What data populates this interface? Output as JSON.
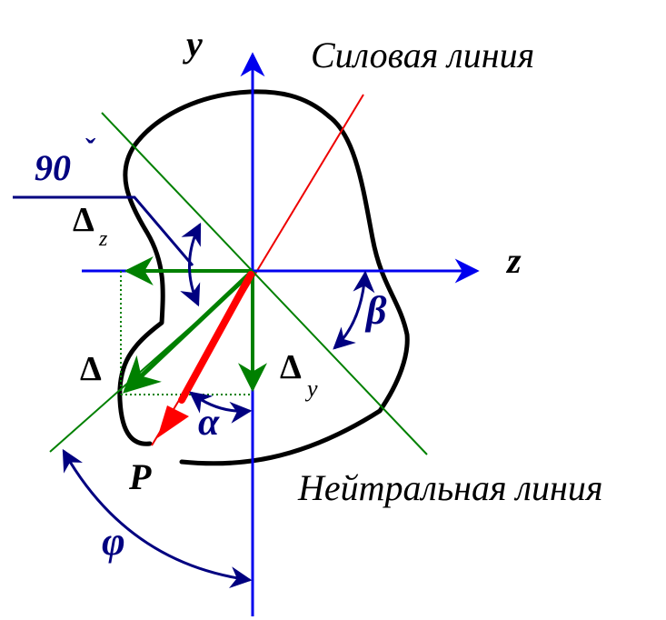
{
  "labels": {
    "axis_y": "y",
    "axis_z": "z",
    "force_line": "Силовая линия",
    "neutral_line": "Нейтральная линия",
    "right_angle": "90",
    "right_angle_mark": "ˇ",
    "delta_z_main": "Δ",
    "delta_z_sub": "z",
    "delta_main": "Δ",
    "delta_y_main": "Δ",
    "delta_y_sub": "y",
    "force": "P",
    "alpha": "α",
    "beta": "β",
    "phi": "φ"
  },
  "colors": {
    "axes": "#0000ee",
    "force_line": "#ee0000",
    "neutral_line": "#008000",
    "deflection": "#008000",
    "force_vector": "#ff0000",
    "arcs": "#000080",
    "contour": "#000000"
  }
}
